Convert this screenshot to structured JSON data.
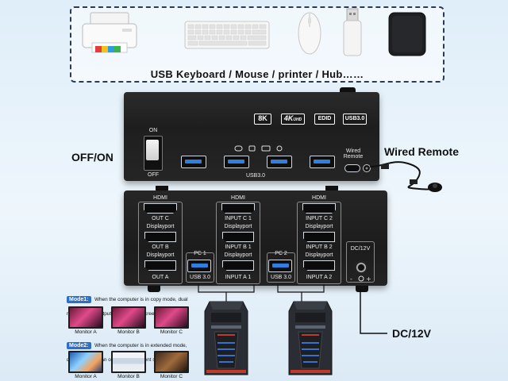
{
  "peripherals": {
    "caption": "USB Keyboard / Mouse / printer / Hub……"
  },
  "front": {
    "badges": [
      "8K",
      "4K",
      "EDID",
      "USB3.0"
    ],
    "badge_4k_sub": "UHD",
    "switch_on": "ON",
    "switch_off": "OFF",
    "usb_group_label": "USB3.0",
    "remote_port_label_line1": "Wired",
    "remote_port_label_line2": "Remote",
    "side_label_left": "OFF/ON",
    "side_label_right": "Wired Remote"
  },
  "rear": {
    "outputs": {
      "hdmi_label": "HDMI",
      "out_c": "OUT C",
      "dp1": "Displayport",
      "out_b": "OUT B",
      "dp2": "Displayport",
      "out_a": "OUT A"
    },
    "pc1": {
      "hdmi_label": "HDMI",
      "input_c": "INPUT C 1",
      "dp1": "Displayport",
      "input_b": "INPUT B 1",
      "dp2": "Displayport",
      "pc_label": "PC 1",
      "usb_label": "USB 3.0",
      "input_a": "INPUT A 1"
    },
    "pc2": {
      "hdmi_label": "HDMI",
      "input_c": "INPUT C 2",
      "dp1": "Displayport",
      "input_b": "INPUT B 2",
      "dp2": "Displayport",
      "pc_label": "PC 2",
      "usb_label": "USB 3.0",
      "input_a": "INPUT A 2"
    },
    "dc_label": "DC/12V",
    "dc_side_label": "DC/12V"
  },
  "modes": {
    "mode1": {
      "tag": "Mode1:",
      "text": "When the computer is in copy mode, dual monitors can output two identical screens",
      "monitors": [
        "Monitor A",
        "Monitor B",
        "Monitor C"
      ]
    },
    "mode2": {
      "tag": "Mode2:",
      "text": "When the computer is in extended mode, dual monitors can output two different screens",
      "monitors": [
        "Monitor A",
        "Monitor B",
        "Monitor C"
      ]
    }
  },
  "colors": {
    "accent_blue": "#2f7fe0",
    "device_black": "#1e1e1e",
    "background": "#e6f1fa"
  }
}
